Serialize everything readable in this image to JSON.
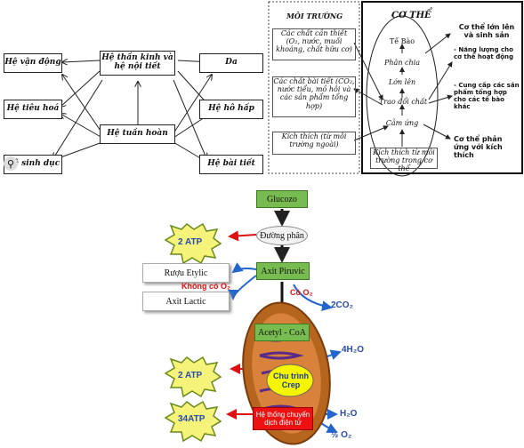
{
  "systems": {
    "nerve": "Hệ thần kinh và hệ nội tiết",
    "motor": "Hệ vận động",
    "digest": "Hệ tiêu hoá",
    "repro": "Hệ sinh dục",
    "circ": "Hệ tuần hoàn",
    "skin": "Da",
    "resp": "Hệ hô hấp",
    "excr": "Hệ bài tiết"
  },
  "environment": {
    "title": "MÔI TRƯỜNG",
    "nutrients": "Các chất cần thiết (O₂, nước, muối khoáng, chất hữu cơ)",
    "wastes": "Các chất bài tiết (CO₂, nước tiểu, mồ hôi và các sản phẩm tổng hợp)",
    "stimuli": "Kích thích (từ môi trường ngoài)"
  },
  "body": {
    "title": "CƠ THỂ",
    "cell": "Tế Bào",
    "division": "Phân chia",
    "growth": "Lớn lên",
    "metabolism": "Trao đổi chất",
    "response": "Cảm ứng",
    "internal_stimuli": "Kích thích từ môi trường trong cơ thể",
    "r_growth": "Cơ thể lớn lên và sinh sản",
    "r_energy": "- Năng lượng cho cơ thể hoạt động",
    "r_products": "- Cung cấp các sản phẩm tổng hợp cho các tế bào khác",
    "r_reaction": "Cơ thể phản ứng với kích thích"
  },
  "respiration": {
    "glucose": "Glucozo",
    "glycolysis": "Đường phân",
    "atp2_top": "2 ATP",
    "pyruvate": "Axit Piruvic",
    "ethanol": "Rượu Etylic",
    "no_o2": "Không có O₂",
    "lactic": "Axit Lactic",
    "with_o2": "Có O₂",
    "co2": "2CO₂",
    "acetyl": "Acetyl - CoA",
    "h2o4": "4H₂O",
    "atp2_mid": "2 ATP",
    "krebs": "Chu trình Crep",
    "atp34": "34ATP",
    "etc": "Hệ thống chuyển dịch điện tử",
    "h2o": "H₂O",
    "half_o2": "½ O₂"
  }
}
